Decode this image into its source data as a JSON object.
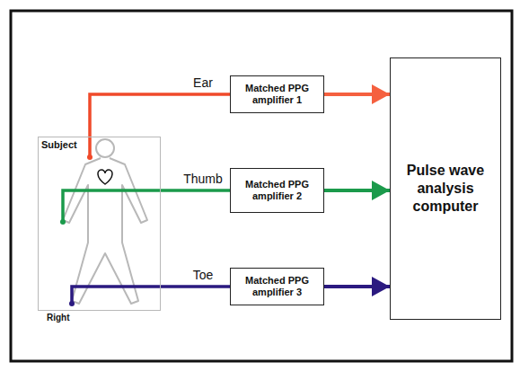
{
  "diagram": {
    "nodes": [
      {
        "text": [
          "Subject"
        ]
      },
      {
        "text": [
          "Matched PPG amplifier 1"
        ]
      },
      {
        "text": [
          "Matched PPG amplifier 2"
        ]
      },
      {
        "text": [
          "Matched PPG amplifier 3"
        ]
      },
      {
        "text": [
          "Pulse wave analysis computer"
        ]
      }
    ],
    "edges": [
      {
        "from": 0,
        "to": 1,
        "label": "Ear",
        "arrow": "none"
      },
      {
        "from": 0,
        "to": 2,
        "label": "Thumb",
        "arrow": "none"
      },
      {
        "from": 0,
        "to": 3,
        "label": "Toe",
        "arrow": "none"
      },
      {
        "from": 1,
        "to": 4,
        "arrow": "to"
      },
      {
        "from": 2,
        "to": 4,
        "arrow": "to"
      },
      {
        "from": 3,
        "to": 4,
        "arrow": "to"
      }
    ],
    "labels": [
      "Right"
    ]
  }
}
